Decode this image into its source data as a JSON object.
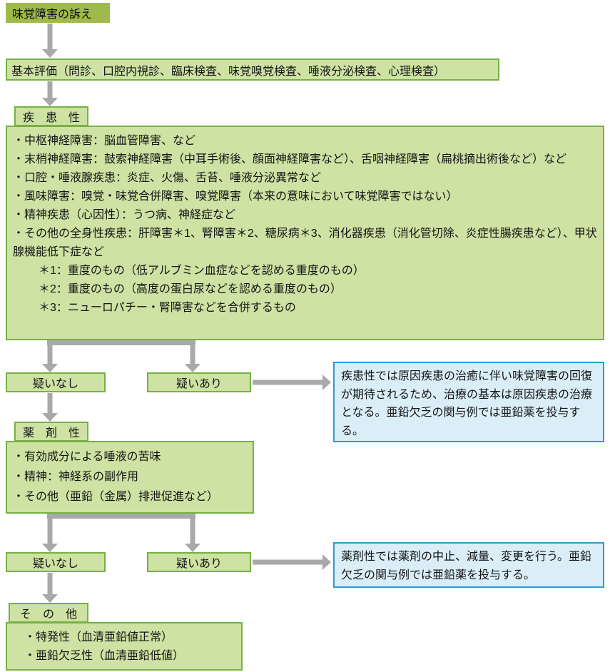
{
  "colors": {
    "header-fill": "#9eba4b",
    "box-fill": "#cde2a3",
    "box-border": "#76b144",
    "note-fill": "#daeef8",
    "note-border": "#2d9bd3",
    "arrow": "#a9a9a9",
    "text": "#141414"
  },
  "flow": {
    "title": "味覚障害の訴え",
    "basic_eval": "基本評価（問診、口腔内視診、臨床検査、味覚嗅覚検査、唾液分泌検査、心理検査）"
  },
  "disease": {
    "label": "疾　患　性",
    "items": [
      "・中枢神経障害：脳血管障害、など",
      "・末梢神経障害：鼓索神経障害（中耳手術後、顔面神経障害など）、舌咽神経障害（扁桃摘出術後など）など",
      "・口腔・唾液腺疾患：炎症、火傷、舌苔、唾液分泌異常など",
      "・風味障害：嗅覚・味覚合併障害、嗅覚障害（本来の意味において味覚障害ではない）",
      "・精神疾患（心因性）：うつ病、神経症など",
      "・その他の全身性疾患：肝障害＊1、腎障害＊2、糖尿病＊3、消化器疾患（消化管切除、炎症性腸疾患など）、甲状腺機能低下症など"
    ],
    "notes": [
      "＊1：重度のもの（低アルブミン血症などを認める重度のもの）",
      "＊2：重度のもの（高度の蛋白尿などを認める重度のもの）",
      "＊3：ニューロパチー・腎障害などを合併するもの"
    ]
  },
  "decision1": {
    "no": "疑いなし",
    "yes": "疑いあり"
  },
  "disease_note": "疾患性では原因疾患の治癒に伴い味覚障害の回復が期待されるため、治療の基本は原因疾患の治療となる。亜鉛欠乏の関与例では亜鉛薬を投与する。",
  "drug": {
    "label": "薬　剤　性",
    "items": [
      "・有効成分による唾液の苦味",
      "・精神：神経系の副作用",
      "・その他（亜鉛（金属）排泄促進など）"
    ]
  },
  "decision2": {
    "no": "疑いなし",
    "yes": "疑いあり"
  },
  "drug_note": "薬剤性では薬剤の中止、減量、変更を行う。亜鉛欠乏の関与例では亜鉛薬を投与する。",
  "other": {
    "label": "そ　の　他",
    "items": [
      "・特発性（血清亜鉛値正常）",
      "・亜鉛欠乏性（血清亜鉛低値）"
    ]
  }
}
